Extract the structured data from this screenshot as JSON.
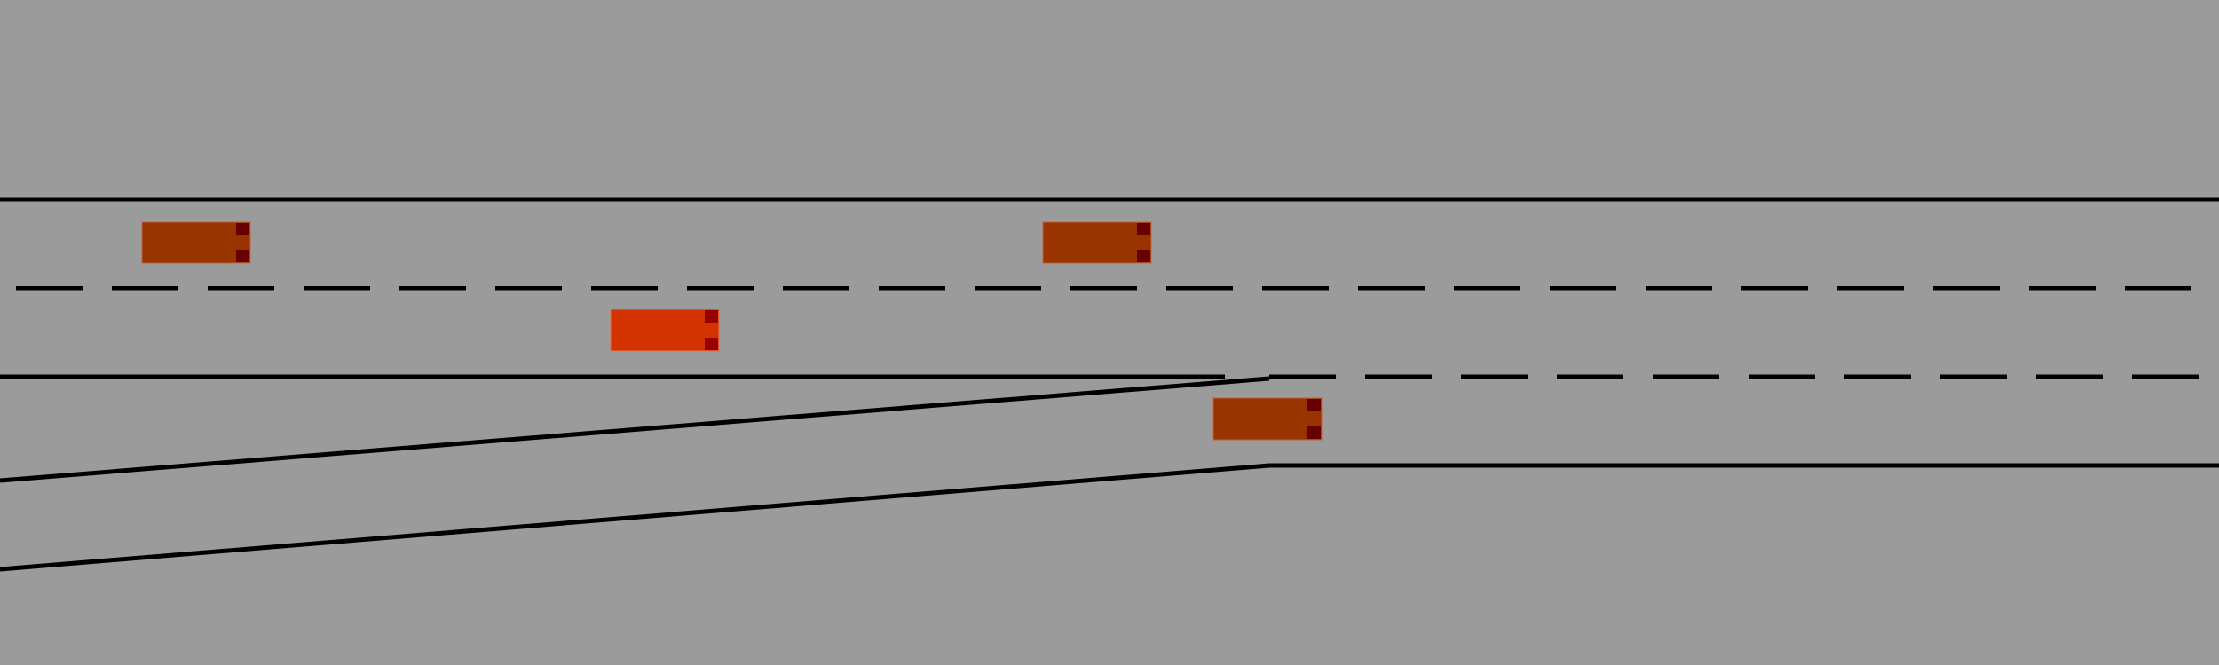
{
  "scene": {
    "type": "highway-merge-top-down",
    "colors": {
      "background": "#9b9b9b",
      "road_edge": "#000000",
      "lane_dash": "#000000",
      "ego_vehicle": "#d33300",
      "other_vehicle": "#993300",
      "taillight": "#660000"
    },
    "lanes": [
      {
        "name": "main-lane-1"
      },
      {
        "name": "main-lane-2"
      },
      {
        "name": "merge-lane"
      }
    ],
    "vehicles": [
      {
        "name": "vehicle-1",
        "role": "other",
        "lane": "main-lane-1"
      },
      {
        "name": "vehicle-2",
        "role": "other",
        "lane": "main-lane-1"
      },
      {
        "name": "ego-vehicle",
        "role": "ego",
        "lane": "main-lane-2"
      },
      {
        "name": "vehicle-3",
        "role": "other",
        "lane": "merge-lane"
      }
    ]
  }
}
